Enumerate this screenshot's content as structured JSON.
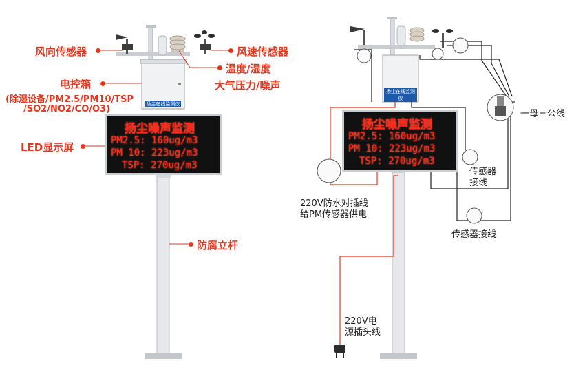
{
  "left": {
    "labels": {
      "wind_direction": "风向传感器",
      "wind_speed": "风速传感器",
      "temp_humidity": "温度/湿度",
      "pressure_noise": "大气压力/噪声",
      "control_box": "电控箱",
      "control_box_sub1": "(除湿设备/PM2.5/PM10/TSP",
      "control_box_sub2": "/SO2/NO2/CO/O3)",
      "led_screen": "LED显示屏",
      "pole": "防腐立杆"
    }
  },
  "right": {
    "labels": {
      "one_to_three": "一母三公线",
      "sensor_wire_1": "传感器",
      "sensor_wire_1b": "接线",
      "sensor_wire_2": "传感器接线",
      "plug_220_1": "220V防水对插线",
      "plug_220_2": "给PM传感器供电",
      "power_1": "220V电",
      "power_2": "源插头线"
    }
  },
  "box_tag": "扬尘在线监测仪",
  "led": {
    "title": "扬尘噪声监测",
    "line1": "PM2.5: 160ug/m3",
    "line2": "PM 10: 223ug/m3",
    "line3": "TSP: 270ug/m3"
  },
  "colors": {
    "accent": "#e8361d",
    "led_text": "#ff2a1a",
    "wire": "#222222",
    "power_wire": "#e8361d"
  }
}
